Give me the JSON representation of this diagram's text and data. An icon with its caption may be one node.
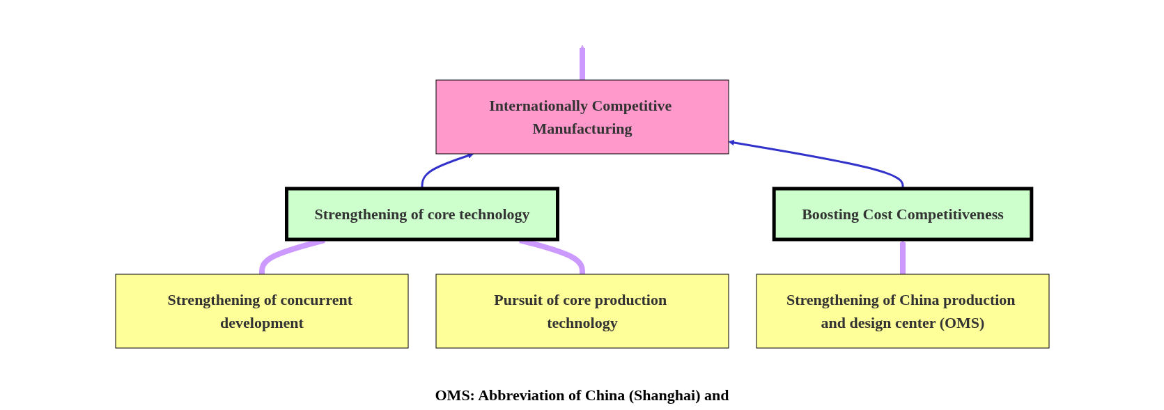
{
  "diagram": {
    "nodes": [
      {
        "text": [
          "Internationally Competitive Manufacturing"
        ]
      },
      {
        "text": [
          "Strengthening of core technology"
        ]
      },
      {
        "text": [
          "Boosting Cost Competitiveness"
        ]
      },
      {
        "text": [
          "Strengthening of concurrent development"
        ]
      },
      {
        "text": [
          "Pursuit of core production technology"
        ]
      },
      {
        "text": [
          "Strengthening of China production and design center (OMS)"
        ]
      }
    ],
    "edges": [
      {
        "from": 0,
        "to": null,
        "arrow": "to"
      },
      {
        "from": 1,
        "to": 0,
        "arrow": "to",
        "color": "#3333cc"
      },
      {
        "from": 2,
        "to": 0,
        "arrow": "to",
        "color": "#3333cc"
      },
      {
        "from": 3,
        "to": 1,
        "arrow": "to"
      },
      {
        "from": 4,
        "to": 1,
        "arrow": "to"
      },
      {
        "from": 5,
        "to": 2,
        "arrow": "to"
      }
    ],
    "labels": [
      "OMS: Abbreviation of China (Shanghai) and"
    ]
  }
}
